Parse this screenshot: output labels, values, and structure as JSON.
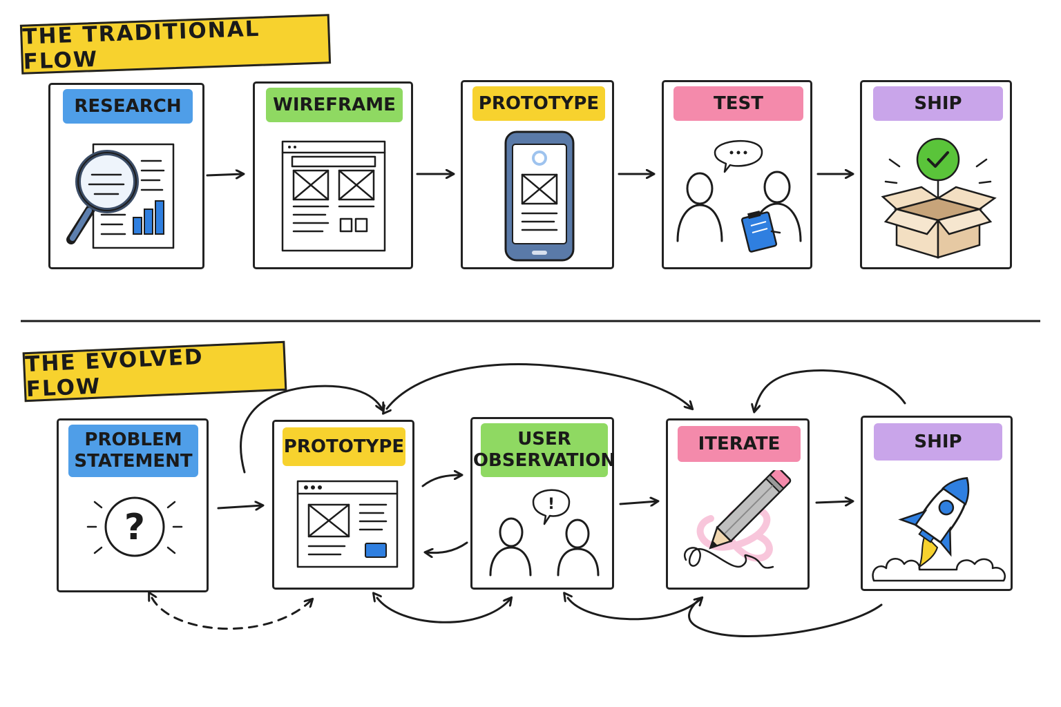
{
  "traditional": {
    "title": "THE TRADITIONAL FLOW",
    "steps": [
      {
        "label": "RESEARCH",
        "color": "#4f9ee8",
        "icon": "magnifying-glass-report-icon"
      },
      {
        "label": "WIREFRAME",
        "color": "#8fd962",
        "icon": "wireframe-window-icon"
      },
      {
        "label": "PROTOTYPE",
        "color": "#f7d22e",
        "icon": "smartphone-prototype-icon"
      },
      {
        "label": "TEST",
        "color": "#f48aab",
        "icon": "user-testing-icon"
      },
      {
        "label": "SHIP",
        "color": "#c9a5ea",
        "icon": "open-box-check-icon"
      }
    ]
  },
  "evolved": {
    "title": "THE EVOLVED FLOW",
    "steps": [
      {
        "label": "PROBLEM\nSTATEMENT",
        "color": "#4f9ee8",
        "icon": "question-mark-icon"
      },
      {
        "label": "PROTOTYPE",
        "color": "#f7d22e",
        "icon": "browser-prototype-icon"
      },
      {
        "label": "USER\nOBSERVATION",
        "color": "#8fd962",
        "icon": "users-observing-icon"
      },
      {
        "label": "ITERATE",
        "color": "#f48aab",
        "icon": "pencil-scribble-icon"
      },
      {
        "label": "SHIP",
        "color": "#c9a5ea",
        "icon": "rocket-icon"
      }
    ]
  },
  "colors": {
    "banner": "#f7d22e",
    "ink": "#1c1c1c",
    "accent_blue": "#2f7fe0"
  }
}
